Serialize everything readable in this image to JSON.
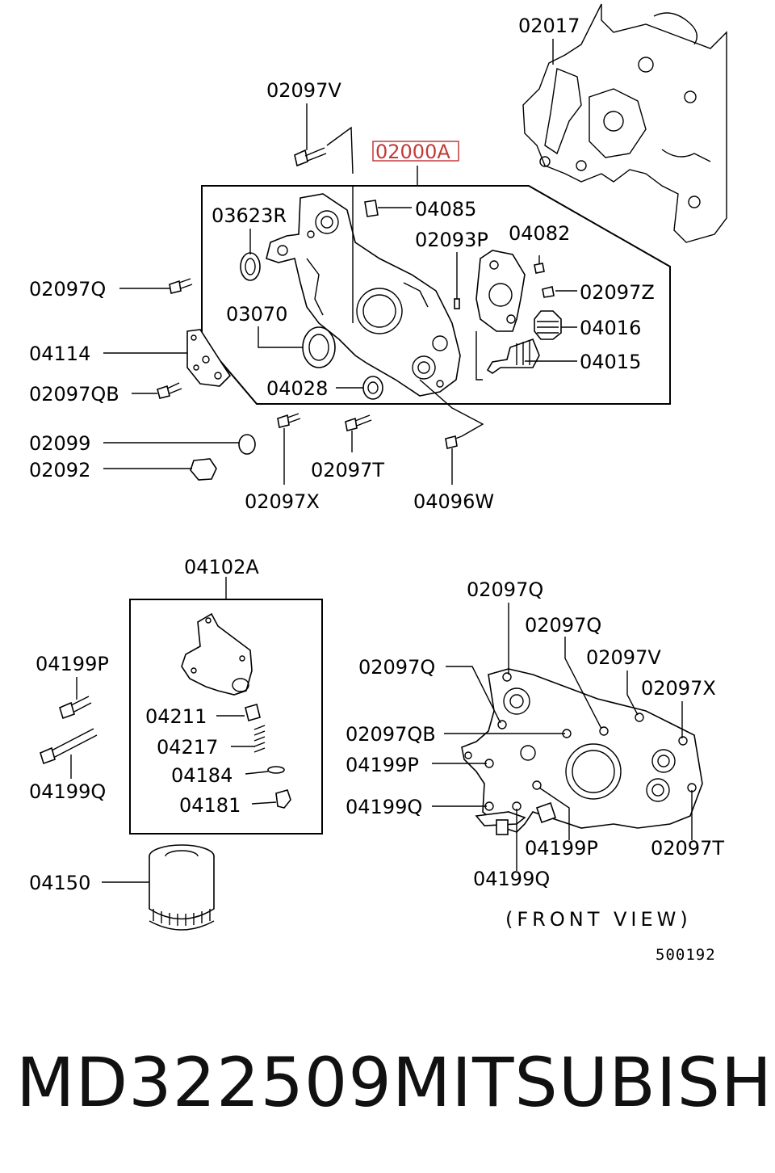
{
  "labels": {
    "l02017": "02017",
    "l02097V_top": "02097V",
    "l02000A": "02000A",
    "l03623R": "03623R",
    "l04085": "04085",
    "l02093P": "02093P",
    "l04082": "04082",
    "l02097Q_left": "02097Q",
    "l02097Z": "02097Z",
    "l03070": "03070",
    "l04016": "04016",
    "l04114": "04114",
    "l04015": "04015",
    "l02097QB_left": "02097QB",
    "l04028": "04028",
    "l02099": "02099",
    "l02092": "02092",
    "l02097T_mid": "02097T",
    "l02097X_mid": "02097X",
    "l04096W": "04096W",
    "l04102A": "04102A",
    "l04199P_left": "04199P",
    "l04211": "04211",
    "l04217": "04217",
    "l04184": "04184",
    "l04181": "04181",
    "l04199Q_left": "04199Q",
    "l04150": "04150",
    "r02097Q_1": "02097Q",
    "r02097Q_2": "02097Q",
    "r02097Q_3": "02097Q",
    "r02097V": "02097V",
    "r02097X": "02097X",
    "r02097QB": "02097QB",
    "r04199P_1": "04199P",
    "r04199Q_1": "04199Q",
    "r04199P_2": "04199P",
    "r02097T": "02097T",
    "r04199Q_2": "04199Q"
  },
  "caption": "(FRONT VIEW)",
  "diagram_code": "500192",
  "part_number": "MD322509",
  "brand": "MITSUBISHI",
  "highlight_color": "#c43a3a"
}
